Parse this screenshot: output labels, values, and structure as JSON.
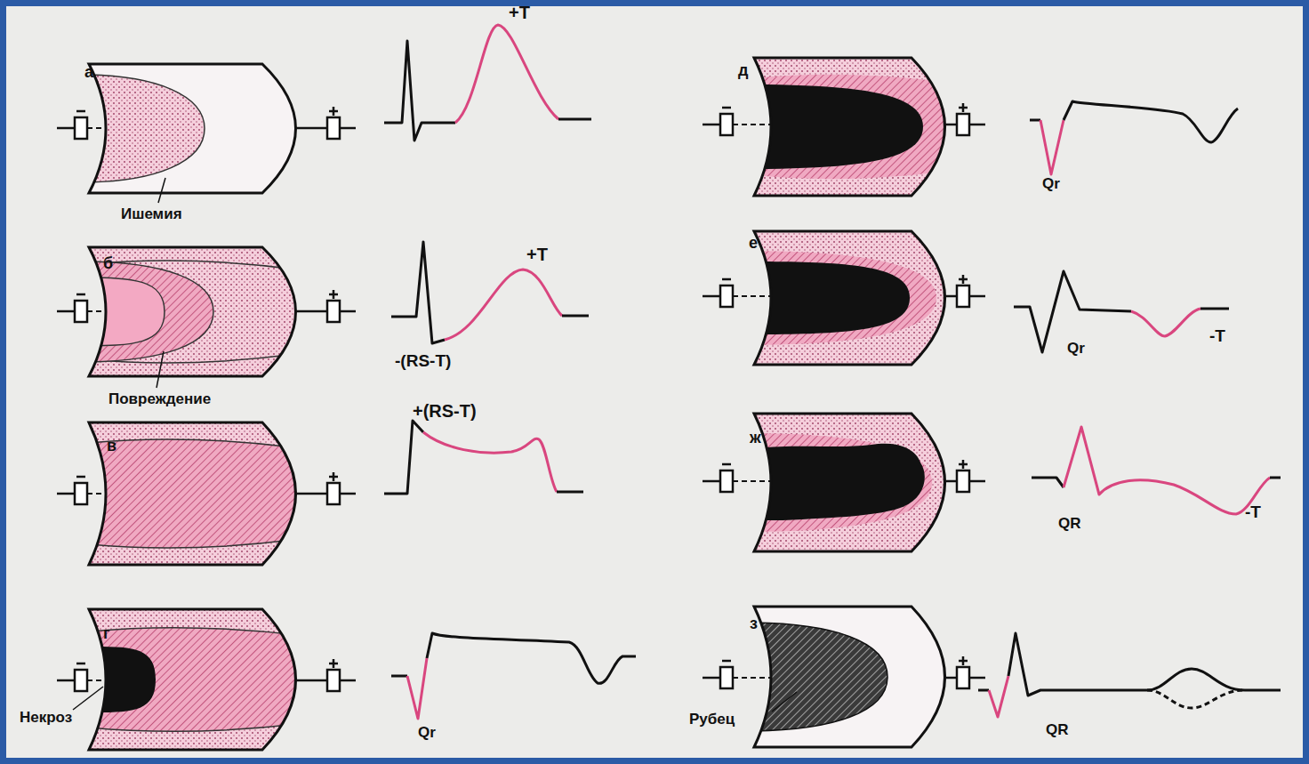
{
  "diagram": {
    "labels": [
      "а",
      "+T",
      "Ишемия",
      "б",
      "+T",
      "-(RS-T)",
      "Повреждение",
      "в",
      "+(RS-T)",
      "г",
      "Некроз",
      "Qr",
      "д",
      "Qr",
      "е",
      "Qr",
      "-T",
      "ж",
      "QR",
      "-T",
      "з",
      "Рубец",
      "QR"
    ]
  }
}
